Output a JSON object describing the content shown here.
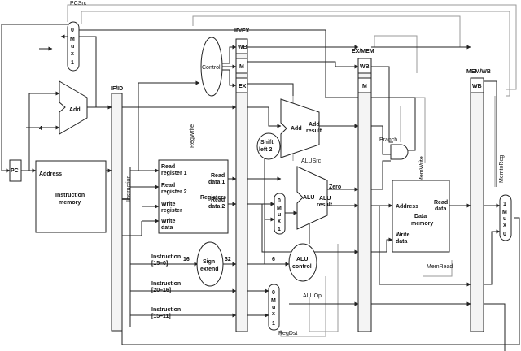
{
  "signals": {
    "pcsrc": "PCSrc",
    "regwrite": "RegWrite",
    "branch": "Branch",
    "memwrite": "MemWrite",
    "memtoreg": "MemtoReg",
    "memread": "MemRead",
    "alusrc": "ALUSrc",
    "aluop": "ALUOp",
    "regdst": "RegDst"
  },
  "pipeline_registers": {
    "if_id": "IF/ID",
    "id_ex": "ID/EX",
    "ex_mem": "EX/MEM",
    "mem_wb": "MEM/WB"
  },
  "pipeline_fields": {
    "wb": "WB",
    "m": "M",
    "ex": "EX"
  },
  "units": {
    "pc": "PC",
    "add": "Add",
    "add_four": "4",
    "instruction_memory": {
      "address": "Address",
      "title_1": "Instruction",
      "title_2": "memory",
      "output": "Instruction"
    },
    "registers": {
      "title": "Registers",
      "read_reg1_a": "Read",
      "read_reg1_b": "register 1",
      "read_reg2_a": "Read",
      "read_reg2_b": "register 2",
      "write_reg_a": "Write",
      "write_reg_b": "register",
      "write_data_a": "Write",
      "write_data_b": "data",
      "read_data1_a": "Read",
      "read_data1_b": "data 1",
      "read_data2_a": "Read",
      "read_data2_b": "data 2"
    },
    "control": "Control",
    "shift_left": {
      "line1": "Shift",
      "line2": "left 2"
    },
    "branch_adder": {
      "add": "Add",
      "add_result_1": "Add",
      "add_result_2": "result"
    },
    "alu": {
      "title": "ALU",
      "zero": "Zero",
      "result_1": "ALU",
      "result_2": "result"
    },
    "alu_control": {
      "line1": "ALU",
      "line2": "control"
    },
    "sign_extend": {
      "line1": "Sign",
      "line2": "extend",
      "in_width": "16",
      "out_width": "32",
      "funct_width": "6"
    },
    "data_memory": {
      "address": "Address",
      "title_1": "Data",
      "title_2": "memory",
      "read_data_1": "Read",
      "read_data_2": "data",
      "write_data_1": "Write",
      "write_data_2": "data"
    },
    "instruction_fields": {
      "imm_1": "Instruction",
      "imm_2": "[15–0]",
      "rt_1": "Instruction",
      "rt_2": "[20–16]",
      "rd_1": "Instruction",
      "rd_2": "[15–11]"
    }
  },
  "muxes": {
    "pc_mux": [
      "0",
      "M",
      "u",
      "x",
      "1"
    ],
    "alusrc_mux": [
      "0",
      "M",
      "u",
      "x",
      "1"
    ],
    "regdst_mux": [
      "0",
      "M",
      "u",
      "x",
      "1"
    ],
    "memtoreg_mux": [
      "1",
      "M",
      "u",
      "x",
      "0"
    ]
  }
}
